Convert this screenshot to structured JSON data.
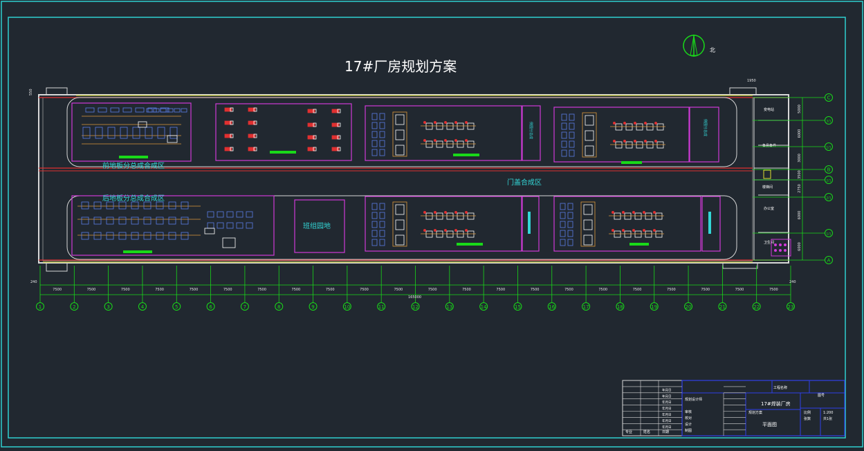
{
  "drawing": {
    "title": "17#厂房规划方案",
    "north_label": "北",
    "zone_labels": {
      "front_floor": "前地板分总成合成区",
      "rear_floor": "后地板分总成合成区",
      "door_cover": "门盖合成区",
      "team_area": "班组园地"
    },
    "side_room_labels": [
      "变电站",
      "备品备件",
      "楼梯间",
      "卫生间",
      "办公室"
    ],
    "vertical_zone_labels": [
      "侧围分总成",
      "侧围分总成"
    ],
    "column_axis_labels": [
      "1",
      "2",
      "3",
      "4",
      "5",
      "6",
      "7",
      "8",
      "9",
      "10",
      "11",
      "12",
      "13",
      "14",
      "15",
      "16",
      "17",
      "18",
      "19",
      "20",
      "21",
      "22",
      "23"
    ],
    "row_axis_labels": [
      "C",
      "3/1",
      "1/1",
      "B",
      "2/1",
      "2/1",
      "1/1",
      "A"
    ],
    "span_dims": [
      "7500",
      "7500",
      "7500",
      "7500",
      "7500",
      "7500",
      "7500",
      "7500",
      "7500",
      "7500",
      "7500",
      "7500",
      "7500",
      "7500",
      "7500",
      "7500",
      "7500",
      "7500",
      "7500",
      "7500",
      "7500",
      "7500"
    ],
    "total_dim": "165000",
    "edge_dims": [
      "240",
      "240"
    ],
    "top_dims": [
      "1950",
      "550"
    ],
    "right_dims": [
      "5000",
      "6000",
      "3000",
      "3500",
      "2750",
      "6000",
      "6000"
    ]
  },
  "title_block": {
    "project_name_label": "工程名称",
    "drawing_no_label": "图号",
    "sheet_title": "17#焊装厂房",
    "drawing_name": "平面图",
    "plan_label": "规划方案",
    "scale_label": "比例",
    "scale_value": "1:200",
    "sheet_label": "张数",
    "sheet_value": "共1张",
    "left_roles": [
      "专业",
      "姓名",
      "日期"
    ],
    "date_cell": "年月日",
    "signoff_roles": [
      "规划设计师",
      "审核",
      "校对",
      "设计",
      "制图"
    ]
  },
  "colors": {
    "background": "#212830",
    "frame": "#2fd0d0",
    "zone_border": "#d03ad8",
    "wall": "#d8d8d8",
    "axis": "#19d919",
    "red_line": "#e03030",
    "yellow": "#e0e030",
    "dim_text": "#e8e8e8",
    "label_cyan": "#33d6d6",
    "white": "#ffffff",
    "equipment_blue": "#5b7de8",
    "orange": "#e09a3a"
  }
}
